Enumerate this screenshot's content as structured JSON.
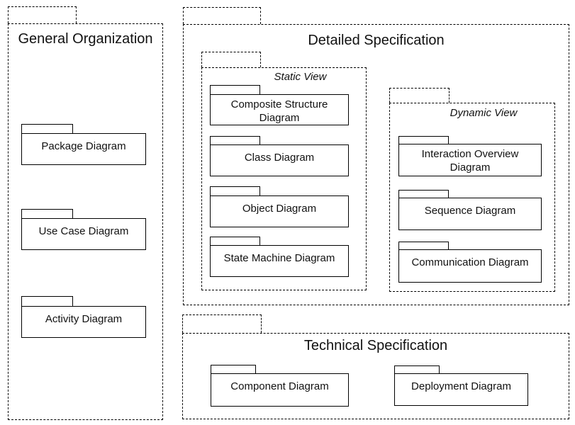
{
  "diagram": {
    "type": "UML package diagram",
    "colors": {
      "line": "#000000",
      "background": "#ffffff",
      "text": "#111111"
    }
  },
  "packages": {
    "general_organization": {
      "title": "General Organization",
      "items": [
        {
          "label": "Package Diagram"
        },
        {
          "label": "Use Case Diagram"
        },
        {
          "label": "Activity Diagram"
        }
      ]
    },
    "detailed_specification": {
      "title": "Detailed Specification",
      "subpackages": {
        "static_view": {
          "title": "Static View",
          "items": [
            {
              "label": "Composite Structure Diagram"
            },
            {
              "label": "Class Diagram"
            },
            {
              "label": "Object Diagram"
            },
            {
              "label": "State Machine Diagram"
            }
          ]
        },
        "dynamic_view": {
          "title": "Dynamic View",
          "items": [
            {
              "label": "Interaction Overview Diagram"
            },
            {
              "label": "Sequence Diagram"
            },
            {
              "label": "Communication Diagram"
            }
          ]
        }
      }
    },
    "technical_specification": {
      "title": "Technical Specification",
      "items": [
        {
          "label": "Component Diagram"
        },
        {
          "label": "Deployment Diagram"
        }
      ]
    }
  }
}
